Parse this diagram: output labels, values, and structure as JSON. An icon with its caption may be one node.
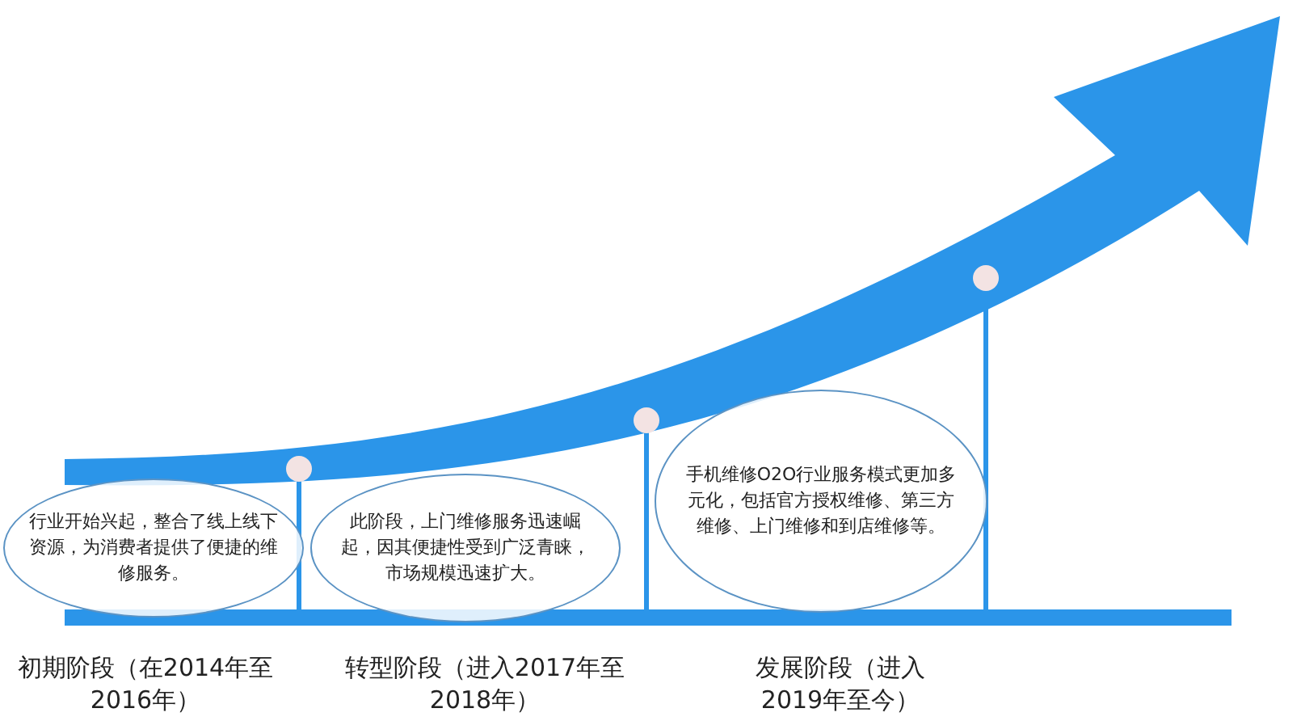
{
  "diagram": {
    "nodes": [
      {
        "text": [
          "行业开始兴起，整合了线上线下资源，为消费者提供了便捷的维修服务。"
        ]
      },
      {
        "text": [
          "此阶段，上门维修服务迅速崛起，因其便捷性受到广泛青睐，市场规模迅速扩大。"
        ]
      },
      {
        "text": [
          "手机维修O2O行业服务模式更加多元化，包括官方授权维修、第三方维修、上门维修和到店维修等。"
        ]
      }
    ],
    "labels": [
      "初期阶段（在2014年至2016年）",
      "转型阶段（进入2017年至2018年）",
      "发展阶段（进入2019年至今）"
    ]
  }
}
